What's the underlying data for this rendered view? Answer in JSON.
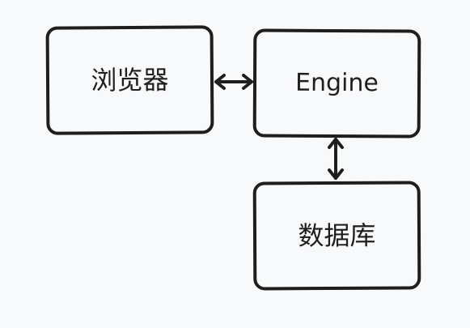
{
  "diagram": {
    "nodes": [
      {
        "id": "browser",
        "label": "浏览器"
      },
      {
        "id": "engine",
        "label": "Engine"
      },
      {
        "id": "database",
        "label": "数据库"
      }
    ],
    "edges": [
      {
        "from": "browser",
        "to": "engine",
        "direction": "bidirectional"
      },
      {
        "from": "engine",
        "to": "database",
        "direction": "bidirectional"
      }
    ],
    "colors": {
      "background": "#f8f9fa",
      "stroke": "#1e1e1e",
      "text": "#1e1e1e"
    }
  }
}
